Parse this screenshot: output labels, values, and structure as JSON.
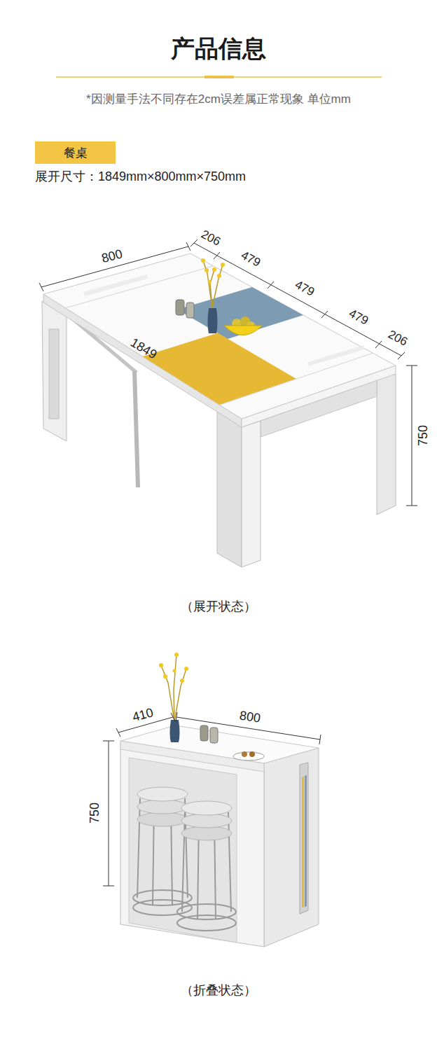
{
  "diagram": {
    "title": "产品信息",
    "nodes": [
      {
        "text": [
          "餐桌"
        ]
      }
    ],
    "labels": [
      "*因测量手法不同存在2cm误差属正常现象 单位mm",
      "展开尺寸：1849mm×800mm×750mm",
      "800",
      "206",
      "479",
      "479",
      "479",
      "206",
      "1849",
      "750",
      "（展开状态）",
      "410",
      "800",
      "750",
      "（折叠状态）"
    ]
  }
}
